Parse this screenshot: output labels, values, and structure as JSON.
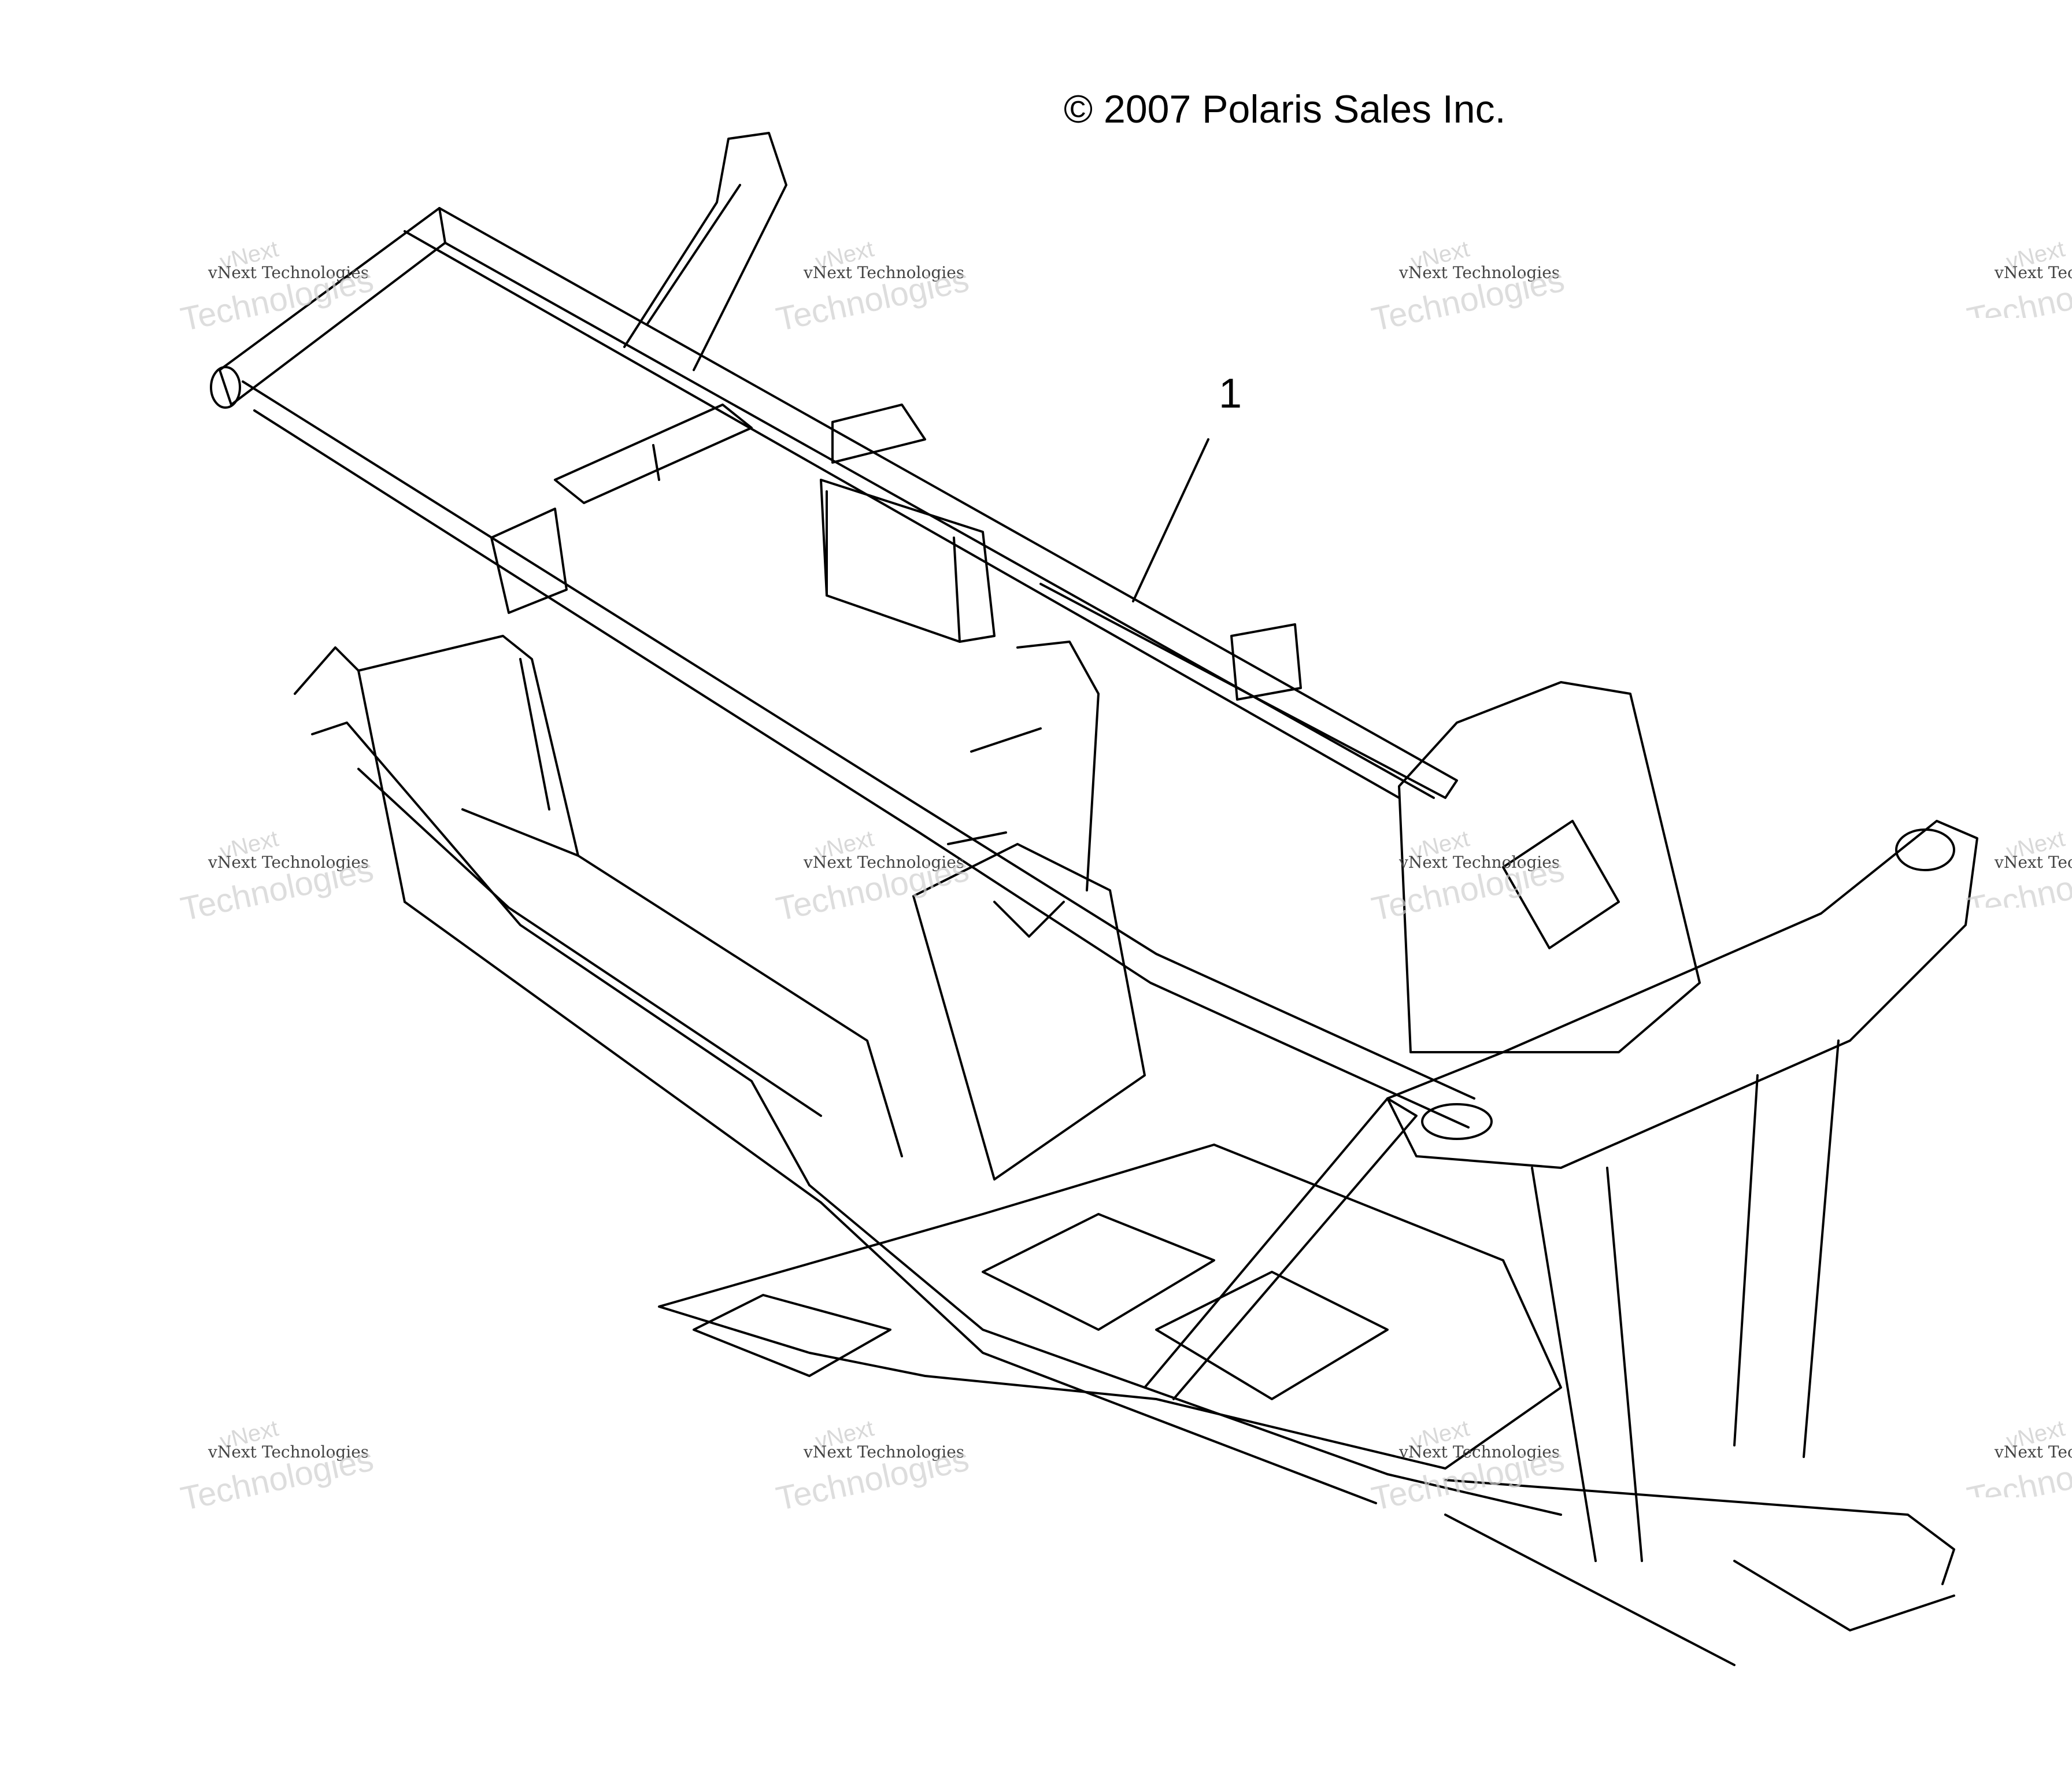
{
  "copyright": "© 2007 Polaris Sales Inc.",
  "callout_label": "1",
  "watermark": {
    "line1": "vNext",
    "line2": "vNext Technologies",
    "line3": "Technologies"
  },
  "colors": {
    "line": "#000000",
    "background": "#ffffff",
    "watermark": "#cfcfcf"
  }
}
